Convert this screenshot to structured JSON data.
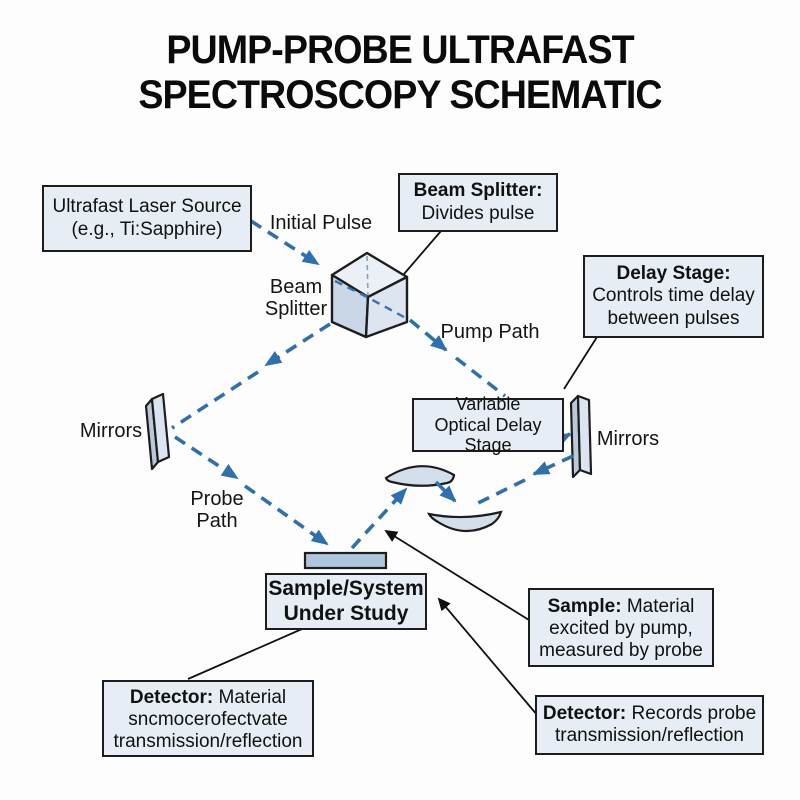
{
  "title": {
    "line1": "PUMP-PROBE ULTRAFAST",
    "line2": "SPECTROSCOPY SCHEMATIC"
  },
  "colors": {
    "beam_blue": "#2f6fad",
    "box_fill": "#e7edf4",
    "box_border": "#1d1d1d",
    "cube_left_face": "#c9d7e6",
    "cube_right_face": "#dde6f0",
    "cube_top_face": "#eaf0f6",
    "mirror_fill": "#d6e1ec",
    "lens_fill": "#d3dfea",
    "sample_bar_fill": "#aec5de",
    "leader_line": "#111111"
  },
  "boxes": {
    "laser_source": {
      "line1": "Ultrafast Laser Source",
      "line2": "(e.g., Ti:Sapphire)"
    },
    "beam_splitter_callout": {
      "title": "Beam Splitter:",
      "body": "Divides pulse"
    },
    "delay_stage_callout": {
      "title": "Delay Stage:",
      "body": "Controls time delay between pulses"
    },
    "variable_delay": {
      "line1": "Variable",
      "line2": "Optical Delay Stage"
    },
    "sample_system": {
      "line1": "Sample/System",
      "line2": "Under Study"
    },
    "sample_callout": {
      "title": "Sample:",
      "body": "Material excited by pump, measured by probe"
    },
    "detector_left": {
      "title": "Detector:",
      "body": "Material sncmocerofectvate transmission/reflection"
    },
    "detector_right": {
      "title": "Detector:",
      "body": "Records probe transmission/reflection"
    }
  },
  "labels": {
    "initial_pulse": "Initial Pulse",
    "beam_splitter": "Beam\nSplitter",
    "pump_path": "Pump Path",
    "probe_path": "Probe\nPath",
    "mirrors_left": "Mirrors",
    "mirrors_right": "Mirrors"
  }
}
